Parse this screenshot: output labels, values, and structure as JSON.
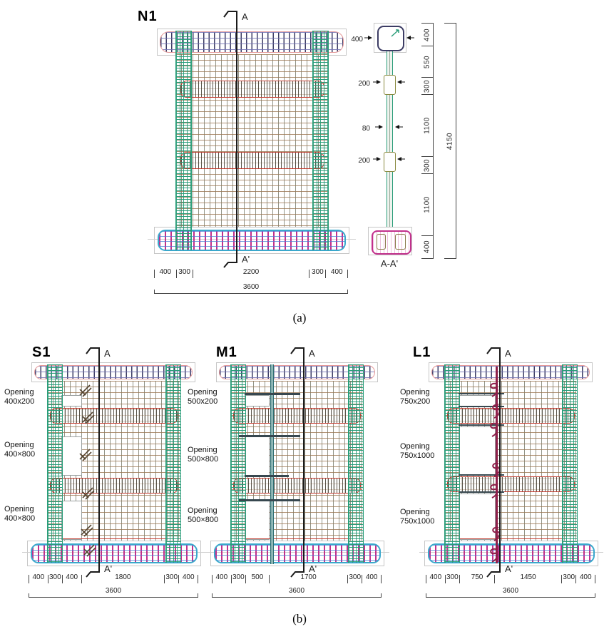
{
  "figure": {
    "part_a_label": "(a)",
    "part_b_label": "(b)"
  },
  "colors": {
    "rebar_green": "#2a9d79",
    "grid_brown": "#9b7652",
    "red_bar": "#c23b2e",
    "beam_outline_pink": "#e59a9a",
    "beam_bar_navy": "#3c3c64",
    "foundation_outline_cyan": "#3aa8cc",
    "foundation_stirrup_magenta": "#c2308c",
    "hook_maroon": "#8f1f4a",
    "dark_bar": "#37474f"
  },
  "n1": {
    "name": "N1",
    "cut_top": "A",
    "cut_bottom": "A'",
    "dims": [
      "400",
      "300",
      "2200",
      "300",
      "400"
    ],
    "total": "3600"
  },
  "section": {
    "label": "A-A'",
    "width_dim": "400",
    "duct_top_dim": "200",
    "thickness_dim": "80",
    "duct_bottom_dim": "200",
    "chain": [
      "400",
      "550",
      "300",
      "1100",
      "300",
      "1100",
      "400"
    ],
    "total": "4150"
  },
  "s1": {
    "name": "S1",
    "cut_top": "A",
    "cut_bottom": "A'",
    "openings": [
      {
        "word": "Opening",
        "size": "400x200"
      },
      {
        "word": "Opening",
        "size": "400×800"
      },
      {
        "word": "Opening",
        "size": "400×800"
      }
    ],
    "dims": [
      "400",
      "300",
      "400",
      "1800",
      "300",
      "400"
    ],
    "total": "3600"
  },
  "m1": {
    "name": "M1",
    "cut_top": "A",
    "cut_bottom": "A'",
    "openings": [
      {
        "word": "Opening",
        "size": "500x200"
      },
      {
        "word": "Opening",
        "size": "500×800"
      },
      {
        "word": "Opening",
        "size": "500×800"
      }
    ],
    "dims": [
      "400",
      "300",
      "500",
      "1700",
      "300",
      "400"
    ],
    "total": "3600"
  },
  "l1": {
    "name": "L1",
    "cut_top": "A",
    "cut_bottom": "A'",
    "openings": [
      {
        "word": "Opening",
        "size": "750x200"
      },
      {
        "word": "Opening",
        "size": "750x1000"
      },
      {
        "word": "Opening",
        "size": "750x1000"
      }
    ],
    "dims": [
      "400",
      "300",
      "750",
      "1450",
      "300",
      "400"
    ],
    "total": "3600"
  }
}
